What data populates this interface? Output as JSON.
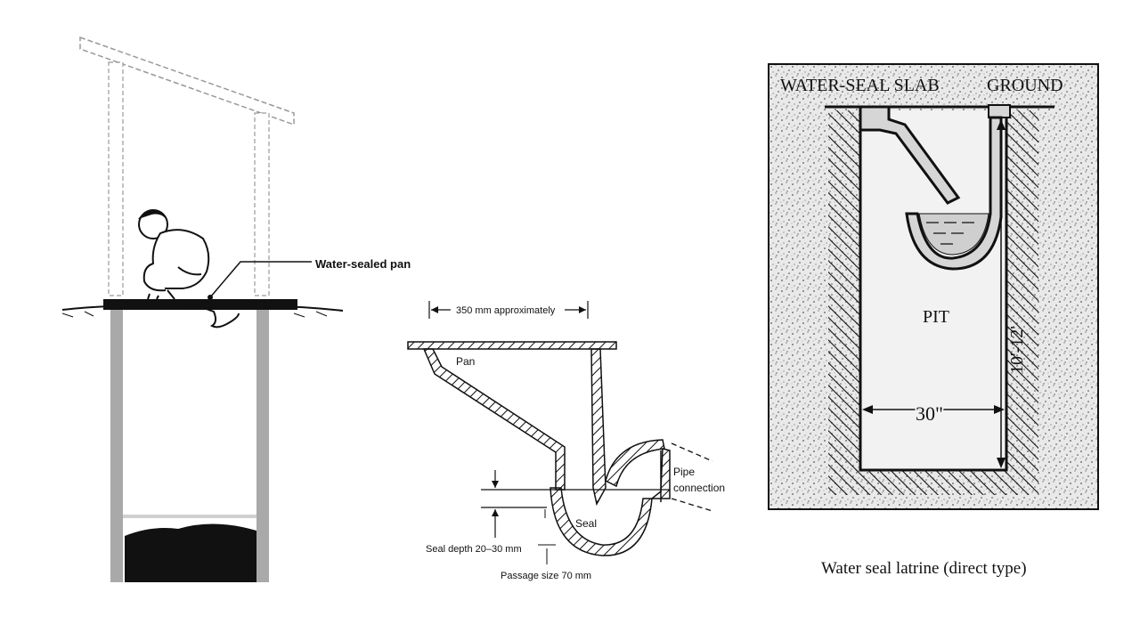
{
  "figure1": {
    "pan_label": "Water-sealed pan"
  },
  "figure2": {
    "width_label": "350 mm approximately",
    "pan_label": "Pan",
    "pipe_label_line1": "Pipe",
    "pipe_label_line2": "connection",
    "seal_label": "Seal",
    "seal_depth_label": "Seal depth 20–30 mm",
    "passage_label": "Passage size 70 mm"
  },
  "figure3": {
    "slab_label": "WATER-SEAL SLAB",
    "ground_label": "GROUND",
    "pit_label": "PIT",
    "depth_label": "10'-12'",
    "width_label": "30\"",
    "caption": "Water seal latrine (direct type)"
  },
  "colors": {
    "ink": "#111111",
    "post_gray": "#a9a9a9",
    "noise_bg": "#e6e6e6",
    "water": "#cfcfcf"
  }
}
